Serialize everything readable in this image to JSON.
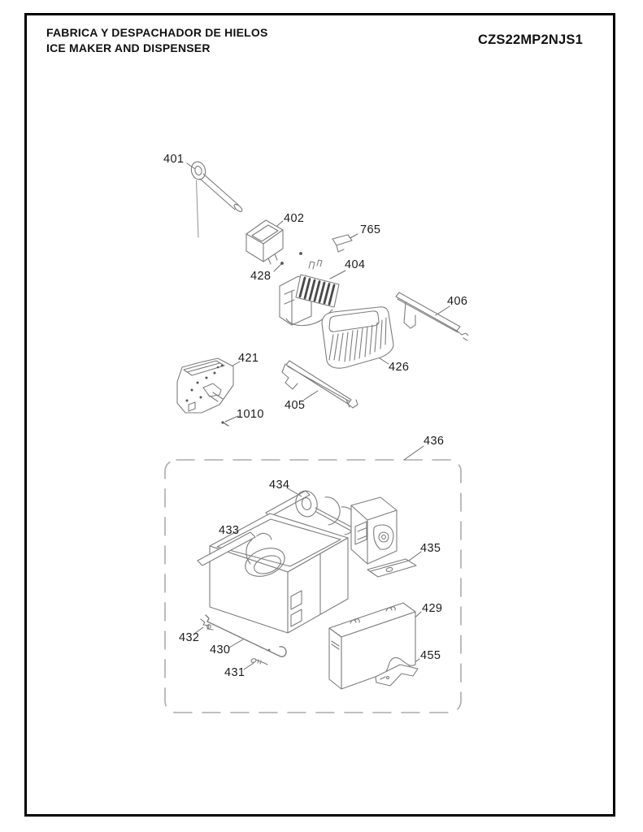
{
  "header": {
    "title_es": "FABRICA Y DESPACHADOR DE HIELOS",
    "title_en": "ICE MAKER AND DISPENSER",
    "model": "CZS22MP2NJS1"
  },
  "diagram": {
    "type": "exploded-parts-diagram",
    "assembly_group_callout": "436"
  },
  "parts": [
    {
      "number": "401"
    },
    {
      "number": "402"
    },
    {
      "number": "765"
    },
    {
      "number": "428"
    },
    {
      "number": "404"
    },
    {
      "number": "406"
    },
    {
      "number": "421"
    },
    {
      "number": "426"
    },
    {
      "number": "405"
    },
    {
      "number": "1010"
    },
    {
      "number": "436"
    },
    {
      "number": "434"
    },
    {
      "number": "433"
    },
    {
      "number": "435"
    },
    {
      "number": "429"
    },
    {
      "number": "432"
    },
    {
      "number": "430"
    },
    {
      "number": "431"
    },
    {
      "number": "455"
    }
  ],
  "colors": {
    "line": "#7d7d7d",
    "label": "#1c1c1c",
    "page_border": "#000000",
    "group_box": "#ababab"
  }
}
